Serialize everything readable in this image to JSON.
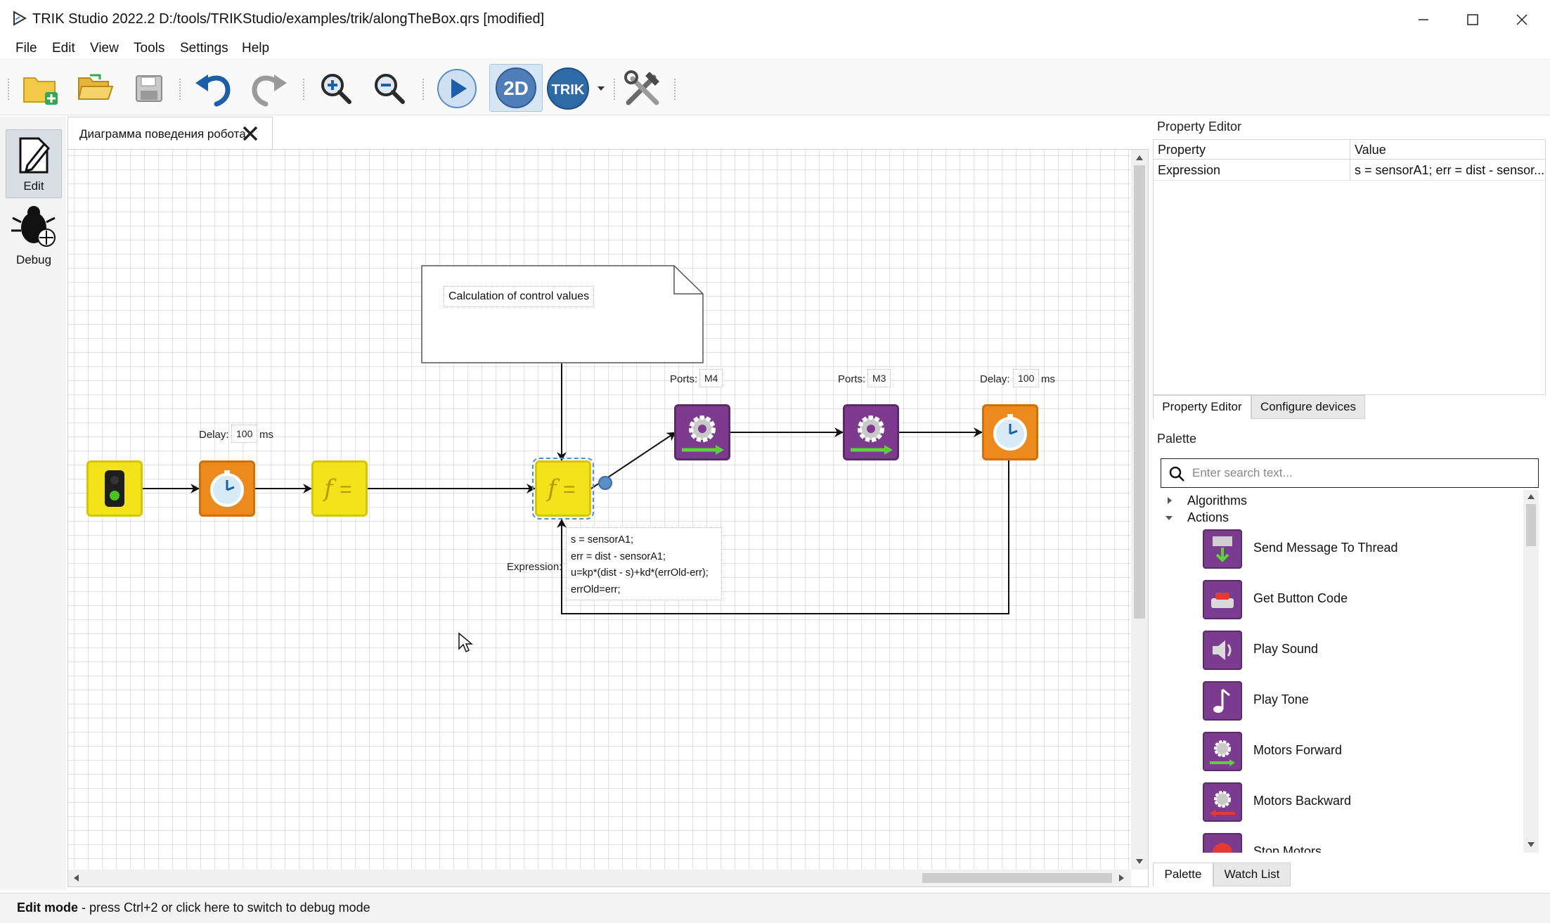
{
  "window": {
    "title": "TRIK Studio 2022.2 D:/tools/TRIKStudio/examples/trik/alongTheBox.qrs [modified]"
  },
  "menu": [
    "File",
    "Edit",
    "View",
    "Tools",
    "Settings",
    "Help"
  ],
  "toolbar": {
    "buttons": [
      "new-project",
      "open",
      "save",
      "undo",
      "redo",
      "zoom-in",
      "zoom-out",
      "run",
      "2d-model",
      "trik-robot",
      "robot-settings"
    ],
    "label_2d": "2D",
    "label_trik": "TRIK"
  },
  "modes": {
    "edit": "Edit",
    "debug": "Debug"
  },
  "document_tab": {
    "label": "Диаграмма поведения робота"
  },
  "diagram": {
    "comment": "Calculation of control values",
    "delay1": {
      "label": "Delay:",
      "value": "100",
      "unit": "ms"
    },
    "motors1": {
      "label": "Ports:",
      "value": "M4"
    },
    "motors2": {
      "label": "Ports:",
      "value": "M3"
    },
    "delay2": {
      "label": "Delay:",
      "value": "100",
      "unit": "ms"
    },
    "expression": {
      "label": "Expression:",
      "lines": [
        "s = sensorA1;",
        "err = dist - sensorA1;",
        "u=kp*(dist - s)+kd*(errOld-err);",
        "errOld=err;"
      ]
    }
  },
  "property_editor": {
    "title": "Property Editor",
    "columns": [
      "Property",
      "Value"
    ],
    "rows": [
      {
        "property": "Expression",
        "value": "s = sensorA1; err = dist - sensor..."
      }
    ],
    "tabs": [
      "Property Editor",
      "Configure devices"
    ]
  },
  "palette": {
    "title": "Palette",
    "search_placeholder": "Enter search text...",
    "categories": [
      {
        "label": "Algorithms",
        "expanded": false
      },
      {
        "label": "Actions",
        "expanded": true
      }
    ],
    "items": [
      "Send Message To Thread",
      "Get Button Code",
      "Play Sound",
      "Play Tone",
      "Motors Forward",
      "Motors Backward",
      "Stop Motors"
    ],
    "tabs": [
      "Palette",
      "Watch List"
    ]
  },
  "status": {
    "mode": "Edit mode",
    "hint": " - press Ctrl+2 or click here to switch to debug mode"
  },
  "colors": {
    "yellow_block": "#f3e31a",
    "orange_block": "#ec8a1e",
    "purple_block": "#7d3a8f",
    "accent_blue": "#1a5fa8"
  }
}
